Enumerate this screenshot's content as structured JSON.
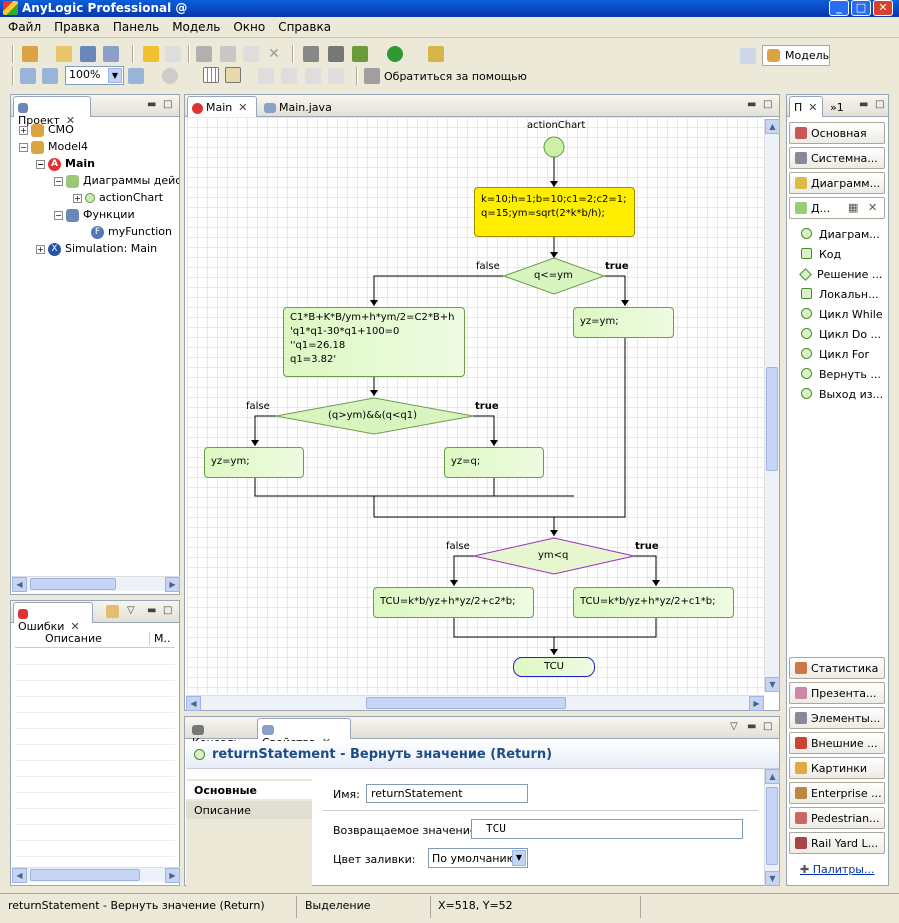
{
  "window": {
    "title": "AnyLogic Professional  @"
  },
  "menu": [
    "Файл",
    "Правка",
    "Панель",
    "Модель",
    "Окно",
    "Справка"
  ],
  "toolbar": {
    "zoom": "100%",
    "help": "Обратиться за помощью",
    "perspective": "Модель"
  },
  "project": {
    "tab": "Проект",
    "tree": [
      "CMO",
      "Model4",
      "Main",
      "Диаграммы дейс",
      "actionChart",
      "Функции",
      "myFunction",
      "Simulation: Main"
    ]
  },
  "errors": {
    "tab": "Ошибки",
    "col_desc": "Описание",
    "col_m": "М.."
  },
  "editor": {
    "tabs": [
      "Main",
      "Main.java"
    ],
    "chart_title": "actionChart",
    "block_code": "k=10;h=1;b=10;c1=2;c2=1;\nq=15;ym=sqrt(2*k*b/h);",
    "dec1": "q<=ym",
    "block_eq": "C1*B+K*B/ym+h*ym/2=C2*B+h\n'q1*q1-30*q1+100=0\n''q1=26.18\nq1=3.82'",
    "block_yz_ym_right": "yz=ym;",
    "dec2": "(q>ym)&&(q<q1)",
    "block_yz_ym_left": "yz=ym;",
    "block_yz_q": "yz=q;",
    "dec3": "ym<q",
    "block_tcu1": "TCU=k*b/yz+h*yz/2+c2*b;",
    "block_tcu2": "TCU=k*b/yz+h*yz/2+c1*b;",
    "return": "TCU",
    "false_label": "false",
    "true_label": "true"
  },
  "palette": {
    "tabs": [
      "П",
      "»1"
    ],
    "top_groups": [
      "Основная",
      "Системна...",
      "Диаграмм...",
      "Д..."
    ],
    "items": [
      "Диаграм...",
      "Код",
      "Решение ...",
      "Локальн...",
      "Цикл While",
      "Цикл Do ...",
      "Цикл For",
      "Вернуть ...",
      "Выход из..."
    ],
    "bottom_groups": [
      "Статистика",
      "Презента...",
      "Элементы...",
      "Внешние ...",
      "Картинки",
      "Enterprise ...",
      "Pedestrian...",
      "Rail Yard L..."
    ],
    "link": "Палитры..."
  },
  "bottom": {
    "tabs": [
      "Консоль",
      "Свойства"
    ],
    "heading": "returnStatement - Вернуть значение (Return)",
    "nav": [
      "Основные",
      "Описание"
    ],
    "name_label": "Имя:",
    "name_value": "returnStatement",
    "ret_label": "Возвращаемое значение:",
    "ret_value": "TCU",
    "color_label": "Цвет заливки:",
    "color_value": "По умолчанию"
  },
  "status": {
    "left": "returnStatement - Вернуть значение (Return)",
    "mid": "Выделение",
    "coords": "X=518, Y=52"
  }
}
